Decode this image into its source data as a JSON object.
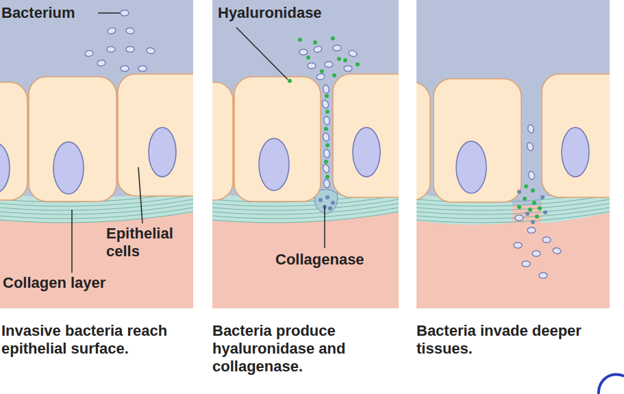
{
  "diagram": {
    "labels": [
      "Bacterium",
      "Epithelial cells",
      "Collagen layer",
      "Invasive bacteria reach epithelial surface.",
      "Hyaluronidase",
      "Collagenase",
      "Bacteria produce hyaluronidase and collagenase.",
      "Bacteria invade deeper tissues."
    ]
  }
}
